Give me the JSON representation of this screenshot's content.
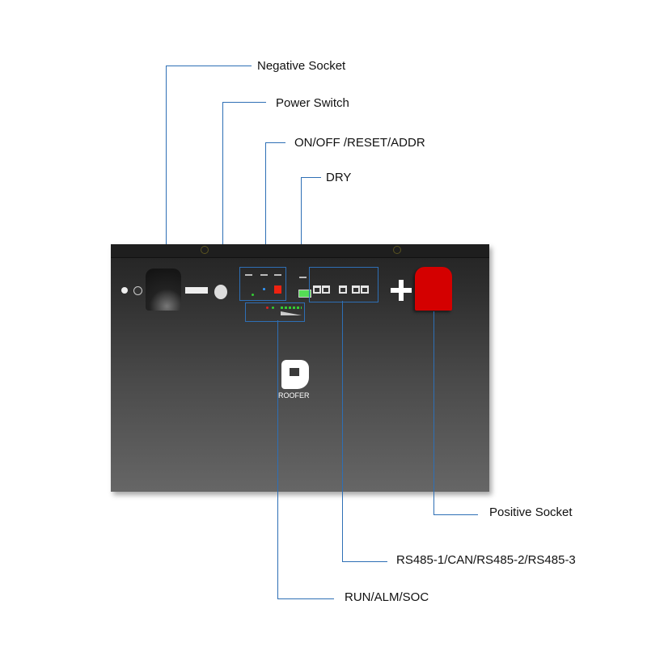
{
  "diagram": {
    "subject": "Battery module front panel",
    "brand": "ROOFER",
    "labels": {
      "negative_socket": "Negative Socket",
      "power_switch": "Power Switch",
      "on_off_reset_addr": "ON/OFF /RESET/ADDR",
      "dry": "DRY",
      "positive_socket": "Positive Socket",
      "comm_ports": "RS485-1/CAN/RS485-2/RS485-3",
      "indicators": "RUN/ALM/SOC"
    },
    "colors": {
      "leader_line": "#2e6fb5",
      "positive_terminal": "#d40000",
      "dry_contact": "#55dd55",
      "panel_dark": "#232323",
      "panel_light": "#666666"
    }
  }
}
